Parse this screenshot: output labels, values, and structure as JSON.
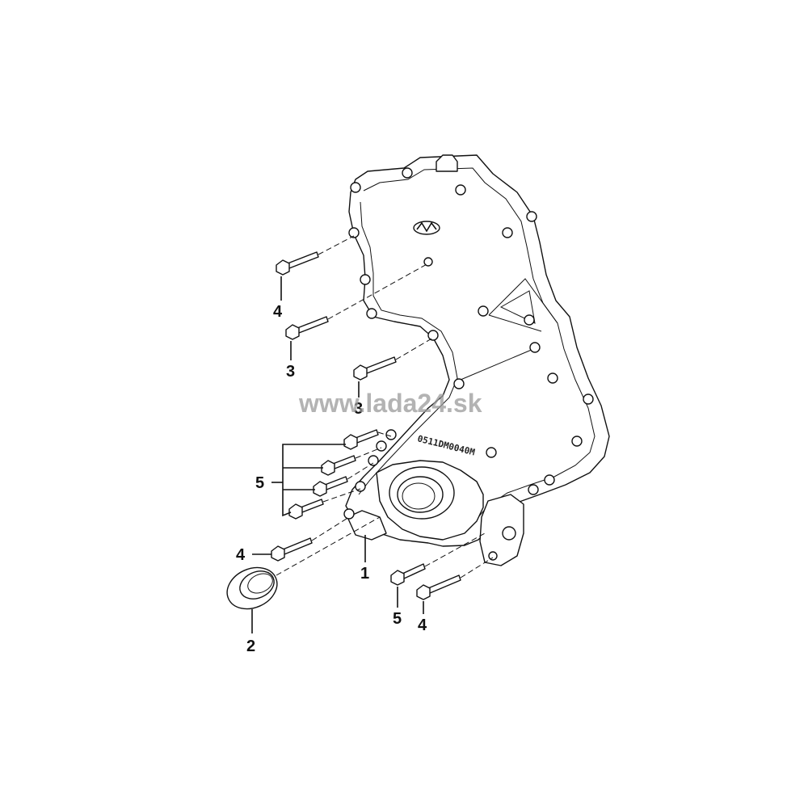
{
  "watermark": "www.lada24.sk",
  "cover_marking": "0511DM0040M",
  "callouts": {
    "c1": "1",
    "c2": "2",
    "c3_upper": "3",
    "c3_lower": "3",
    "c4_upper": "4",
    "c4_left": "4",
    "c4_lower": "4",
    "c5_left": "5",
    "c5_lower": "5"
  },
  "icons": {
    "brand_logo": "mahindra-logo-icon"
  }
}
